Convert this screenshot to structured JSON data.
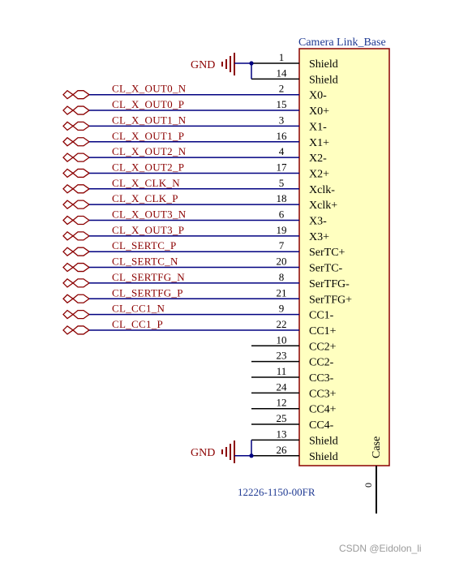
{
  "component": {
    "name": "Camera Link_Base",
    "part_number": "12226-1150-00FR",
    "case_label": "Case",
    "case_pin": "0",
    "body_fill": "#ffffc0",
    "body_stroke": "#8b0000"
  },
  "colors": {
    "net_wire": "#000080",
    "pin_wire": "#000000",
    "net_label": "#8b0000",
    "ground_symbol": "#8b0000",
    "junction": "#000080",
    "title_text": "#1f3a93"
  },
  "ground": {
    "label": "GND",
    "icon": "ground-icon"
  },
  "pins": [
    {
      "pin": "1",
      "name": "Shield"
    },
    {
      "pin": "14",
      "name": "Shield"
    },
    {
      "pin": "2",
      "name": "X0-",
      "net": "CL_X_OUT0_N"
    },
    {
      "pin": "15",
      "name": "X0+",
      "net": "CL_X_OUT0_P"
    },
    {
      "pin": "3",
      "name": "X1-",
      "net": "CL_X_OUT1_N"
    },
    {
      "pin": "16",
      "name": "X1+",
      "net": "CL_X_OUT1_P"
    },
    {
      "pin": "4",
      "name": "X2-",
      "net": "CL_X_OUT2_N"
    },
    {
      "pin": "17",
      "name": "X2+",
      "net": "CL_X_OUT2_P"
    },
    {
      "pin": "5",
      "name": "Xclk-",
      "net": "CL_X_CLK_N"
    },
    {
      "pin": "18",
      "name": "Xclk+",
      "net": "CL_X_CLK_P"
    },
    {
      "pin": "6",
      "name": "X3-",
      "net": "CL_X_OUT3_N"
    },
    {
      "pin": "19",
      "name": "X3+",
      "net": "CL_X_OUT3_P"
    },
    {
      "pin": "7",
      "name": "SerTC+",
      "net": "CL_SERTC_P"
    },
    {
      "pin": "20",
      "name": "SerTC-",
      "net": "CL_SERTC_N"
    },
    {
      "pin": "8",
      "name": "SerTFG-",
      "net": "CL_SERTFG_N"
    },
    {
      "pin": "21",
      "name": "SerTFG+",
      "net": "CL_SERTFG_P"
    },
    {
      "pin": "9",
      "name": "CC1-",
      "net": "CL_CC1_N"
    },
    {
      "pin": "22",
      "name": "CC1+",
      "net": "CL_CC1_P"
    },
    {
      "pin": "10",
      "name": "CC2+"
    },
    {
      "pin": "23",
      "name": "CC2-"
    },
    {
      "pin": "11",
      "name": "CC3-"
    },
    {
      "pin": "24",
      "name": "CC3+"
    },
    {
      "pin": "12",
      "name": "CC4+"
    },
    {
      "pin": "25",
      "name": "CC4-"
    },
    {
      "pin": "13",
      "name": "Shield"
    },
    {
      "pin": "26",
      "name": "Shield"
    }
  ],
  "watermark": "CSDN @Eidolon_li"
}
